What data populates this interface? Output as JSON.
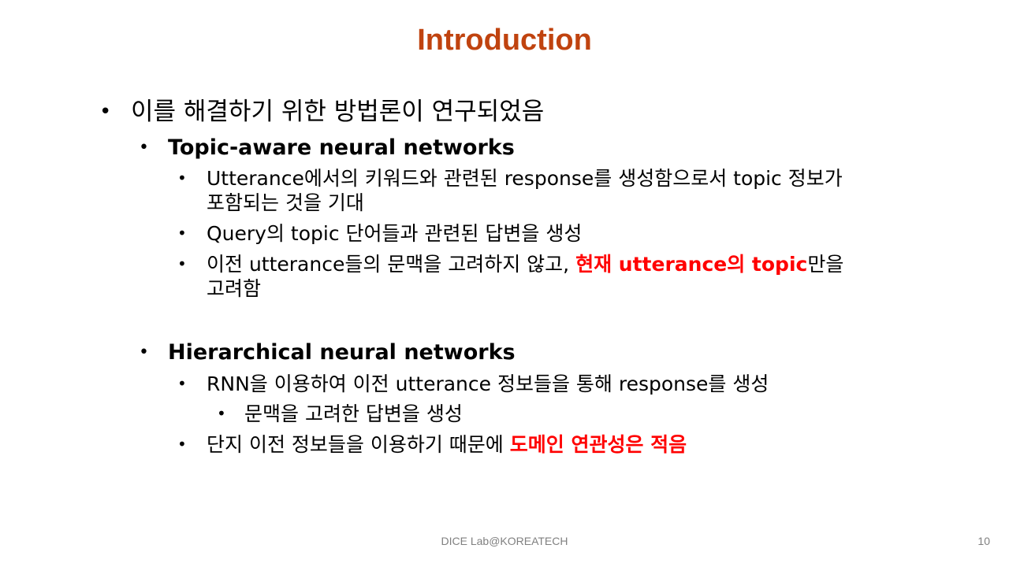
{
  "slide": {
    "title": "Introduction",
    "title_color": "#C0430F",
    "highlight_color": "#FF0000",
    "bullet_glyph": "•"
  },
  "content": {
    "intro": "이를 해결하기 위한 방법론이 연구되었음",
    "topic_aware": {
      "heading": "Topic-aware neural networks",
      "item1_line1": "Utterance에서의 키워드와 관련된 response를 생성함으로서 topic 정보가",
      "item1_line2": "포함되는 것을 기대",
      "item2": "Query의 topic 단어들과 관련된 답변을 생성",
      "item3_prefix": "이전 utterance들의 문맥을 고려하지 않고, ",
      "item3_highlight": "현재 utterance의 topic",
      "item3_suffix": "만을",
      "item3_line2": "고려함"
    },
    "hierarchical": {
      "heading": "Hierarchical neural networks",
      "item1": "RNN을 이용하여 이전 utterance 정보들을 통해 response를 생성",
      "item1_sub": "문맥을 고려한 답변을 생성",
      "item2_prefix": "단지 이전 정보들을 이용하기 때문에 ",
      "item2_highlight": "도메인 연관성은 적음"
    }
  },
  "footer": {
    "text": "DICE Lab@KOREATECH",
    "page_number": "10"
  }
}
